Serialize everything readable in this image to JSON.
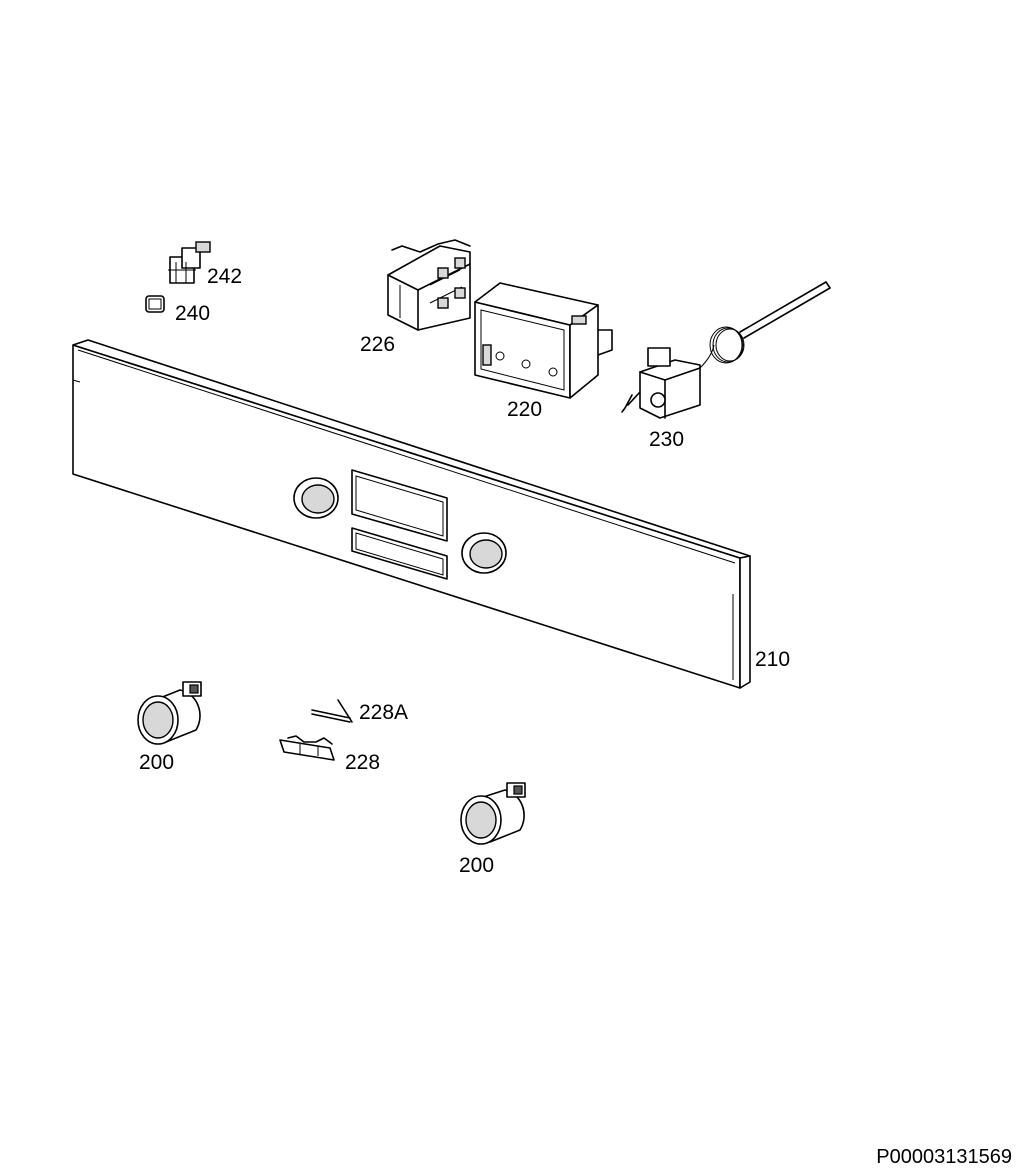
{
  "diagram": {
    "parts": [
      {
        "id": "p242",
        "label": "242",
        "component": "switch-terminal"
      },
      {
        "id": "p240",
        "label": "240",
        "component": "small-cap"
      },
      {
        "id": "p226",
        "label": "226",
        "component": "frame-bracket"
      },
      {
        "id": "p220",
        "label": "220",
        "component": "electronic-timer"
      },
      {
        "id": "p230",
        "label": "230",
        "component": "thermostat"
      },
      {
        "id": "p210",
        "label": "210",
        "component": "control-panel"
      },
      {
        "id": "p228A",
        "label": "228A",
        "component": "pin"
      },
      {
        "id": "p228",
        "label": "228",
        "component": "spring-clip"
      },
      {
        "id": "p200a",
        "label": "200",
        "component": "knob"
      },
      {
        "id": "p200b",
        "label": "200",
        "component": "knob"
      }
    ],
    "document_id": "P00003131569"
  }
}
